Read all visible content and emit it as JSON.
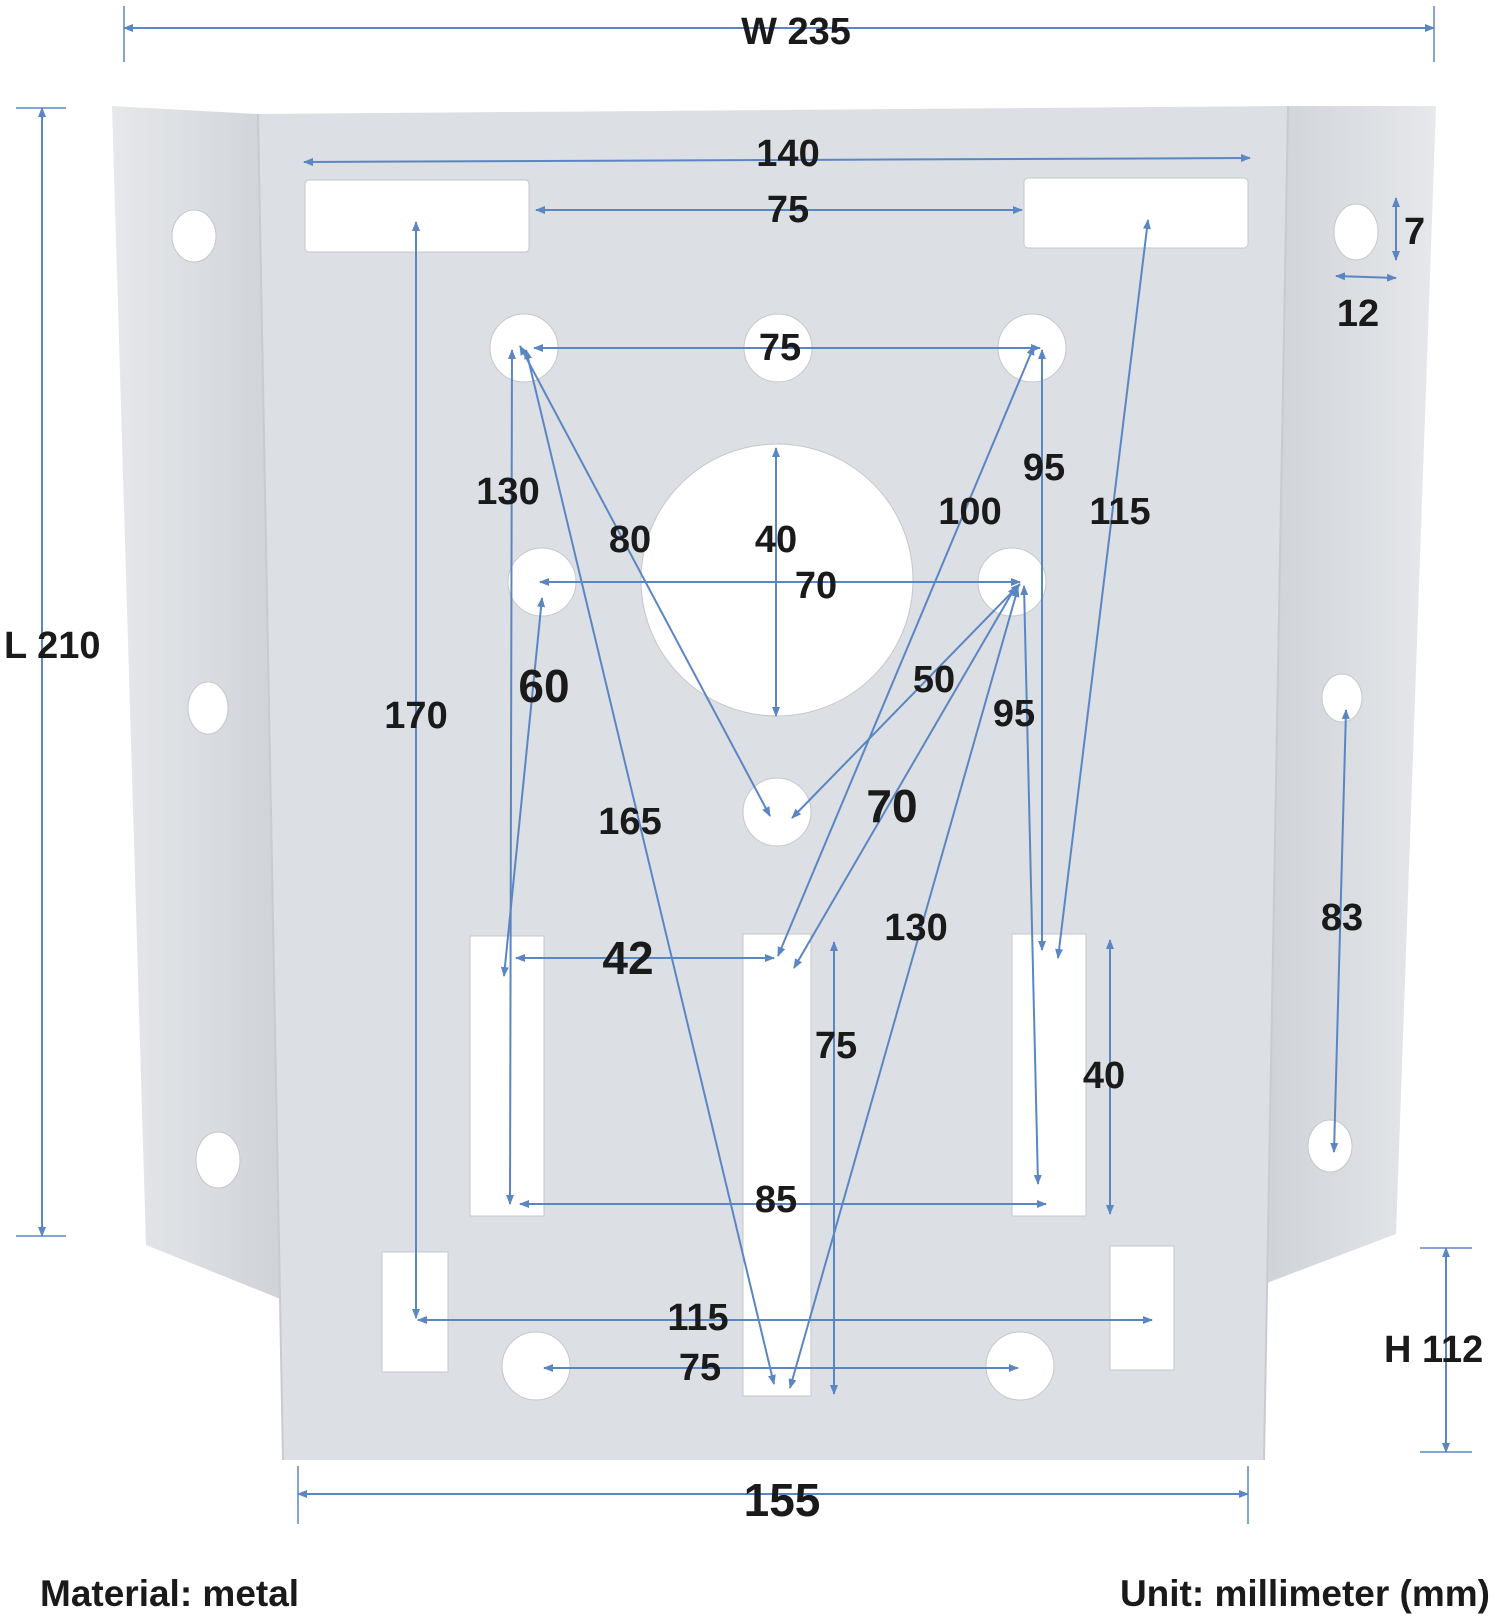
{
  "colors": {
    "background": "#ffffff",
    "plate": "#dcdfe3",
    "flange": "#d2d5da",
    "dimension_line": "#5b86c4",
    "label": "#1a1a1a"
  },
  "dimensions": {
    "width_total": "W 235",
    "length_total": "L 210",
    "height": "H 112",
    "top_slot_span": "140",
    "top_slot_gap": "75",
    "small_hole_height": "7",
    "small_hole_width": "12",
    "top_hole_spacing": "75",
    "slot_to_bottom_left": "130",
    "left_diag": "80",
    "center_hole": "40",
    "mid_hole_spacing": "70",
    "right_diag": "100",
    "right_vertical_upper": "95",
    "right_long_diag": "115",
    "left_long": "170",
    "mid_left_vertical": "60",
    "center_to_mid_right": "50",
    "right_vertical_lower": "95",
    "mid_right_to_slot": "70",
    "long_diag_165": "165",
    "side_hole_spacing": "83",
    "right_diag_130": "130",
    "slot_spacing_42": "42",
    "center_slot_length": "75",
    "right_slot_length": "40",
    "slot_outer_span": "85",
    "bottom_span": "115",
    "bottom_hole_spacing": "75",
    "bottom_width": "155"
  },
  "footer": {
    "material": "Material: metal",
    "unit": "Unit: millimeter (mm)"
  }
}
